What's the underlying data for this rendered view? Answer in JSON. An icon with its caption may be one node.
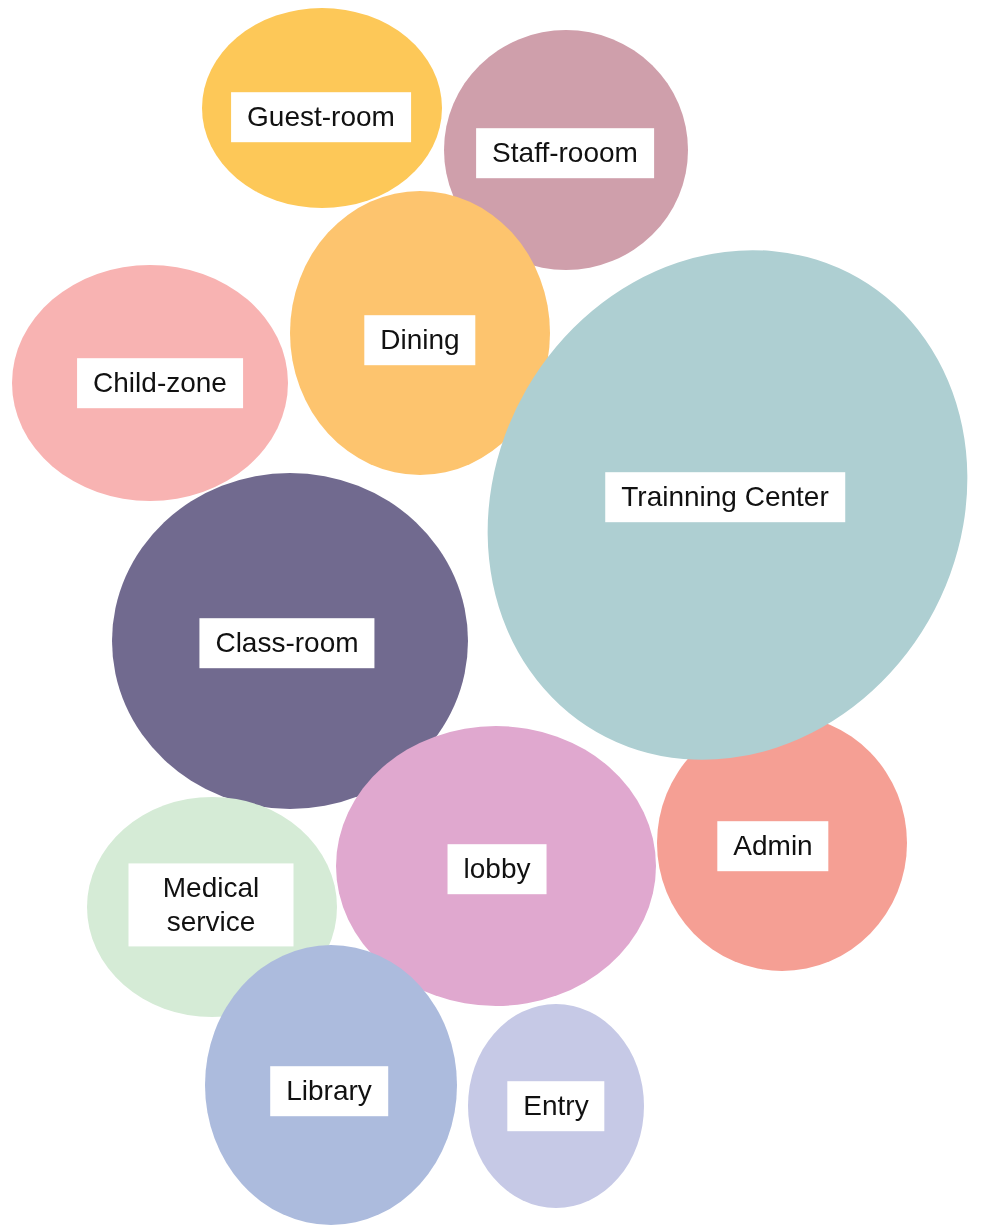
{
  "diagram": {
    "nodes": [
      {
        "text": [
          "Guest-room"
        ]
      },
      {
        "text": [
          "Staff-rooom"
        ]
      },
      {
        "text": [
          "Dining"
        ]
      },
      {
        "text": [
          "Child-zone"
        ]
      },
      {
        "text": [
          "Trainning Center"
        ]
      },
      {
        "text": [
          "Class-room"
        ]
      },
      {
        "text": [
          "Admin"
        ]
      },
      {
        "text": [
          "lobby"
        ]
      },
      {
        "text": [
          "Medical service"
        ]
      },
      {
        "text": [
          "Library"
        ]
      },
      {
        "text": [
          "Entry"
        ]
      }
    ]
  }
}
